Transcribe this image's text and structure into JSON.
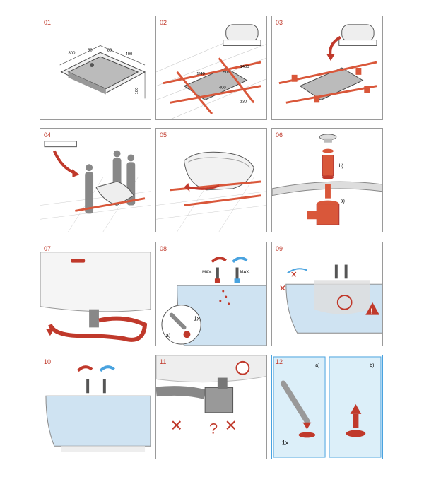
{
  "steps": [
    {
      "number": "01"
    },
    {
      "number": "02"
    },
    {
      "number": "03"
    },
    {
      "number": "04"
    },
    {
      "number": "05"
    },
    {
      "number": "06"
    },
    {
      "number": "07"
    },
    {
      "number": "08"
    },
    {
      "number": "09"
    },
    {
      "number": "10"
    },
    {
      "number": "11"
    },
    {
      "number": "12"
    }
  ],
  "dims01": {
    "a": "300",
    "b": "80",
    "c": "80",
    "d": "400",
    "e": "100"
  },
  "dims02": {
    "a": "1/40",
    "b": "500",
    "c": "400",
    "d": "130",
    "e": "1400"
  },
  "labels06": {
    "a": "a)",
    "b": "b)"
  },
  "labels08": {
    "max_hot": "MAX.",
    "max_cold": "MAX.",
    "count": "1x",
    "sub": "a)"
  },
  "labels11": {
    "question": "?"
  },
  "labels12": {
    "a": "a)",
    "b": "b)",
    "count": "1x"
  },
  "colors": {
    "accent": "#c0392b",
    "drain": "#d9573a",
    "water": "#cfe3f2",
    "cold": "#4aa3df"
  }
}
